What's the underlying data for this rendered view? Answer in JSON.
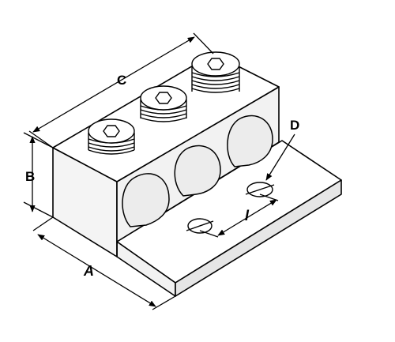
{
  "diagram": {
    "labels": {
      "a": "A",
      "b": "B",
      "c": "C",
      "d": "D",
      "l": "l"
    },
    "colors": {
      "line": "#000000",
      "top_face": "#ffffff",
      "front_face": "#f2f2f2",
      "side_face": "#e6e6e6",
      "bore_fill": "#ececec",
      "screw_fill": "#ffffff"
    },
    "screw_count": 3,
    "bore_count": 3,
    "mounting_hole_count": 2
  }
}
